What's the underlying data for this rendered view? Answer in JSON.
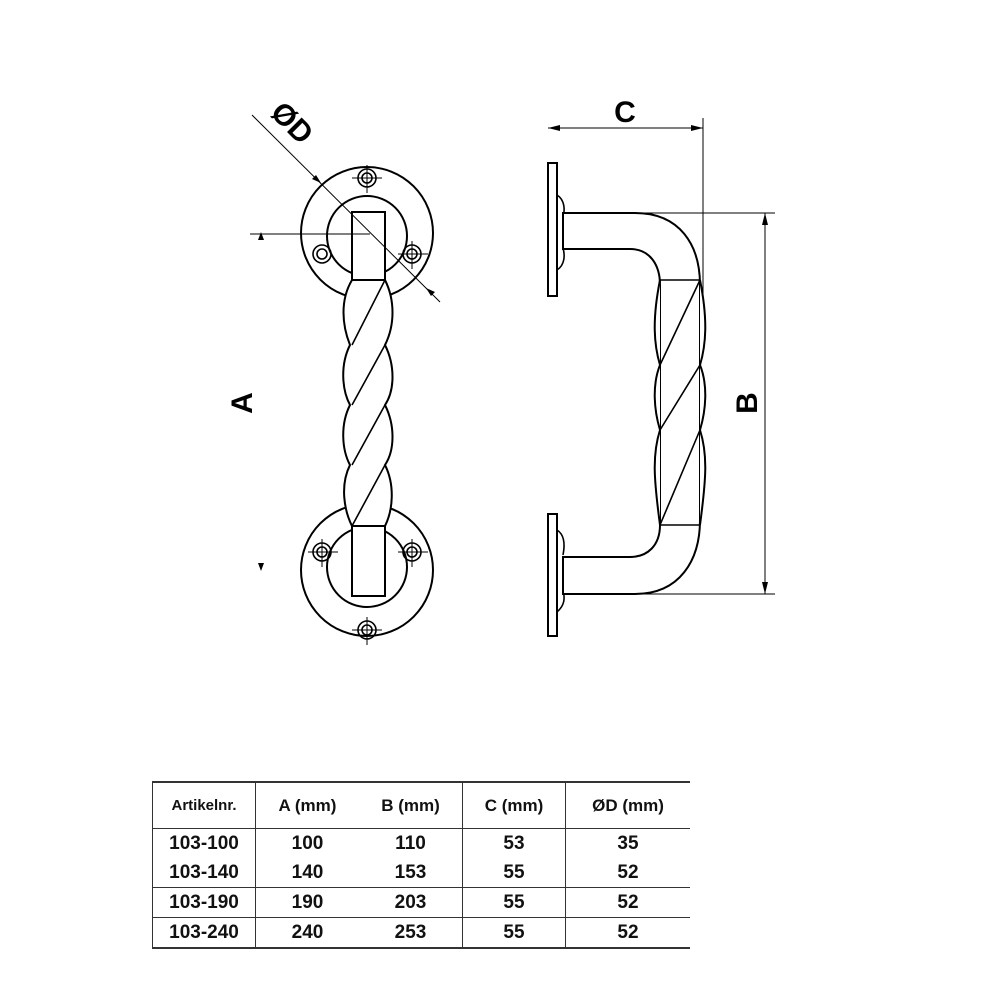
{
  "drawing": {
    "labels": {
      "A": "A",
      "B": "B",
      "C": "C",
      "D": "ØD"
    }
  },
  "table": {
    "headers": [
      "Artikelnr.",
      "A (mm)",
      "B (mm)",
      "C (mm)",
      "ØD (mm)"
    ],
    "rows": [
      [
        "103-100",
        "100",
        "110",
        "53",
        "35"
      ],
      [
        "103-140",
        "140",
        "153",
        "55",
        "52"
      ],
      [
        "103-190",
        "190",
        "203",
        "55",
        "52"
      ],
      [
        "103-240",
        "240",
        "253",
        "55",
        "52"
      ]
    ]
  }
}
